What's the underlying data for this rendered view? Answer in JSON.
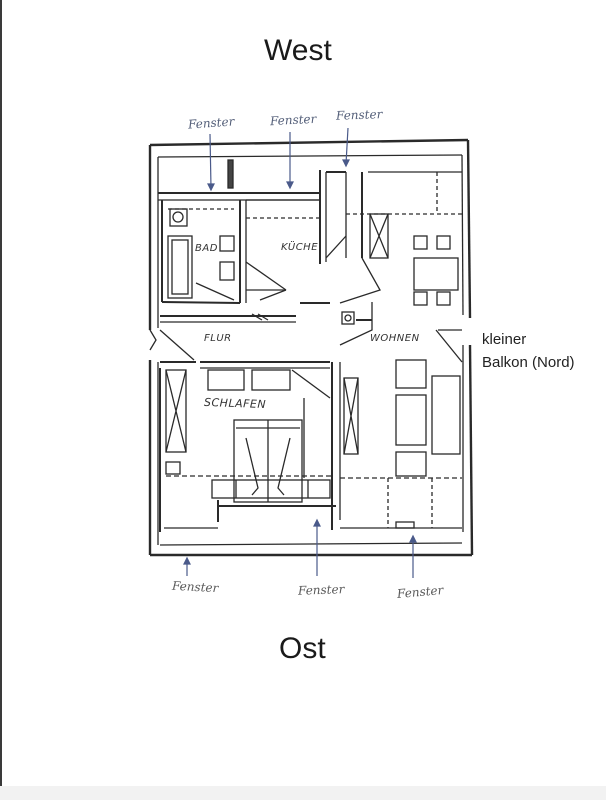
{
  "compass": {
    "west": "West",
    "east": "Ost"
  },
  "window_labels_west": [
    "Fenster",
    "Fenster",
    "Fenster"
  ],
  "window_labels_east": [
    "Fenster",
    "Fenster",
    "Fenster"
  ],
  "rooms": {
    "bath": "BAD",
    "kitchen": "KÜCHE",
    "hallway": "FLUR",
    "living": "WOHNEN",
    "bedroom": "SCHLAFEN"
  },
  "balcony_note": {
    "line1": "kleiner",
    "line2": "Balkon (Nord)"
  },
  "colors": {
    "ink": "#2a2a2a",
    "handwriting": "#55607a",
    "arrow": "#4a5a8a"
  }
}
